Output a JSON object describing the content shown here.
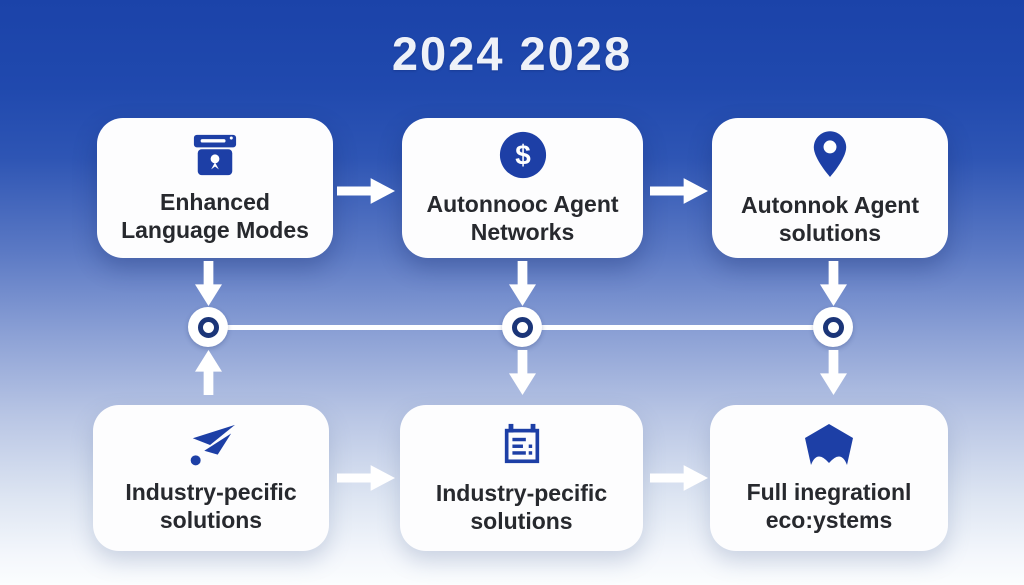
{
  "title": "2024 2028",
  "colors": {
    "background_top": "#1b43a9",
    "background_bottom": "#fbfdfe",
    "icon_blue": "#1d3fa6",
    "node_ring_navy": "#1b3578",
    "card_background": "#fdfdfe",
    "card_text": "#27292e",
    "connector": "#ffffff",
    "title_text": "#eef1f8"
  },
  "cards": {
    "top": [
      {
        "line1": "Enhanced",
        "line2": "Language Modes",
        "icon": "archive-box-icon"
      },
      {
        "line1": "Autonnooc Agent",
        "line2": "Networks",
        "icon": "dollar-circle-icon"
      },
      {
        "line1": "Autonnok Agent",
        "line2": "solutions",
        "icon": "location-pin-icon"
      }
    ],
    "bottom": [
      {
        "line1": "Industry-pecific",
        "line2": "solutions",
        "icon": "paper-plane-icon"
      },
      {
        "line1": "Industry-pecific",
        "line2": "solutions",
        "icon": "document-icon"
      },
      {
        "line1": "Full inegrationl",
        "line2": "eco:ystems",
        "icon": "shield-icon"
      }
    ]
  },
  "icons": {
    "dollar_symbol": "$"
  }
}
